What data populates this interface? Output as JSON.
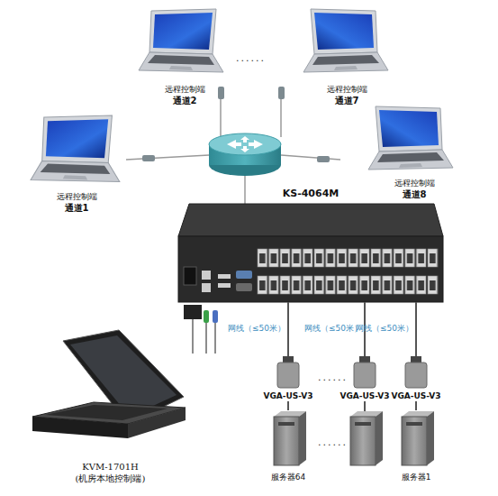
{
  "diagram": {
    "nodes": [
      {
        "text": [
          "远程控制端",
          "通道2"
        ]
      },
      {
        "text": [
          "远程控制端",
          "通道7"
        ]
      },
      {
        "text": [
          "远程控制端",
          "通道1"
        ]
      },
      {
        "text": [
          "远程控制端",
          "通道8"
        ]
      },
      {
        "text": [
          "KS-4064M"
        ]
      },
      {
        "text": [
          "VGA-US-V3"
        ]
      },
      {
        "text": [
          "VGA-US-V3"
        ]
      },
      {
        "text": [
          "VGA-US-V3"
        ]
      },
      {
        "text": [
          "KVM-1701H",
          "(机房本地控制端)"
        ]
      },
      {
        "text": [
          "服务器64"
        ]
      },
      {
        "text": [
          "服务器1"
        ]
      }
    ],
    "edges": [
      {
        "from": 4,
        "to": 5,
        "arrow": "none",
        "label": "网线（≤50米）"
      },
      {
        "from": 4,
        "to": 6,
        "arrow": "none",
        "label": "网线（≤50米）"
      },
      {
        "from": 4,
        "to": 7,
        "arrow": "none",
        "label": "网线（≤50米）"
      },
      {
        "from": 5,
        "to": 9,
        "arrow": "none"
      },
      {
        "from": 7,
        "to": 10,
        "arrow": "none"
      }
    ],
    "labels": [
      "......",
      "......",
      "......"
    ]
  }
}
